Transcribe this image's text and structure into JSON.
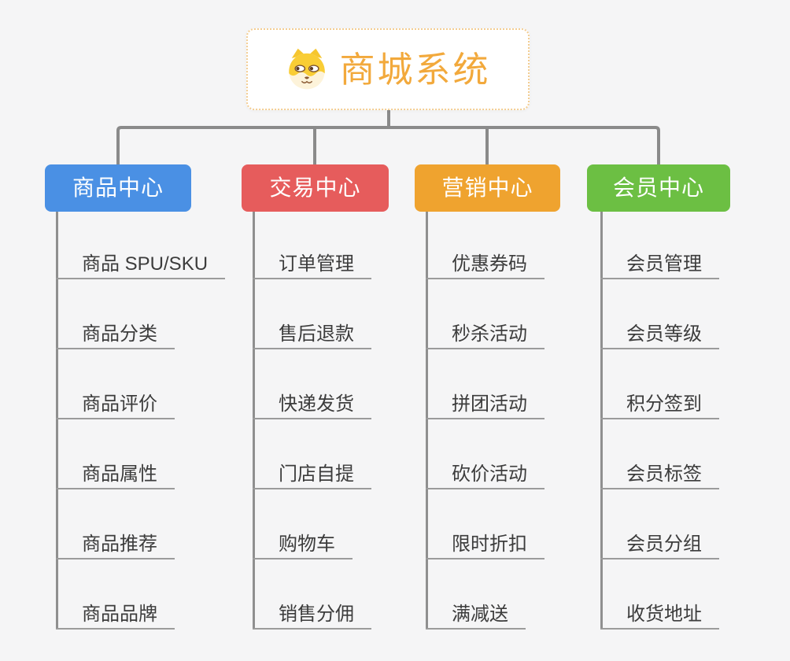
{
  "canvas": {
    "background": "#f5f5f6",
    "connector_color": "#8a8a8a"
  },
  "root": {
    "title": "商城系统",
    "icon": "dog-face-icon",
    "title_color": "#f2a93c",
    "border_color": "#f3cd92"
  },
  "branches": [
    {
      "id": "product-center",
      "label": "商品中心",
      "color": "#4a90e4",
      "children": [
        "商品 SPU/SKU",
        "商品分类",
        "商品评价",
        "商品属性",
        "商品推荐",
        "商品品牌"
      ]
    },
    {
      "id": "trade-center",
      "label": "交易中心",
      "color": "#e65c5c",
      "children": [
        "订单管理",
        "售后退款",
        "快递发货",
        "门店自提",
        "购物车",
        "销售分佣"
      ]
    },
    {
      "id": "marketing-center",
      "label": "营销中心",
      "color": "#efa32f",
      "children": [
        "优惠券码",
        "秒杀活动",
        "拼团活动",
        "砍价活动",
        "限时折扣",
        "满减送"
      ]
    },
    {
      "id": "member-center",
      "label": "会员中心",
      "color": "#6cbf43",
      "children": [
        "会员管理",
        "会员等级",
        "积分签到",
        "会员标签",
        "会员分组",
        "收货地址"
      ]
    }
  ]
}
